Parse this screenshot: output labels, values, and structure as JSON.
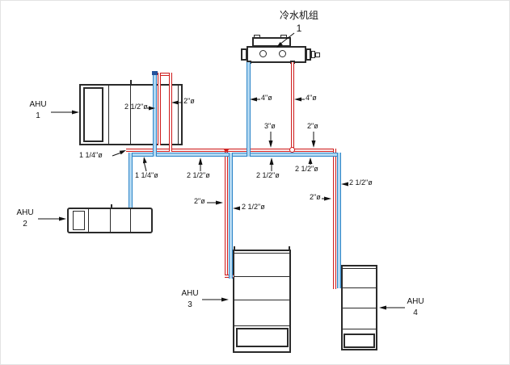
{
  "diagram_title": "chilled-water-piping-schematic",
  "chiller": {
    "name": "冷水机组",
    "number": "1"
  },
  "ahus": [
    {
      "name": "AHU",
      "number": "1"
    },
    {
      "name": "AHU",
      "number": "2"
    },
    {
      "name": "AHU",
      "number": "3"
    },
    {
      "name": "AHU",
      "number": "4"
    }
  ],
  "pipe_labels": [
    {
      "text": "2 1/2\"ø"
    },
    {
      "text": "2\"ø"
    },
    {
      "text": "4\"ø"
    },
    {
      "text": "4\"ø"
    },
    {
      "text": "3\"ø"
    },
    {
      "text": "2\"ø"
    },
    {
      "text": "1 1/4\"ø"
    },
    {
      "text": "1 1/4\"ø"
    },
    {
      "text": "2 1/2\"ø"
    },
    {
      "text": "2 1/2\"ø"
    },
    {
      "text": "2 1/2\"ø"
    },
    {
      "text": "2\"ø"
    },
    {
      "text": "2 1/2\"ø"
    },
    {
      "text": "2 1/2\"ø"
    },
    {
      "text": "2\"ø"
    }
  ],
  "colors": {
    "supply_pipe_edge": "#2e86c9",
    "supply_pipe_fill": "#b4d9f2",
    "return_pipe_edge": "#cf2020",
    "return_pipe_fill": "#fbecec",
    "equipment_line": "#2a2a2a"
  }
}
